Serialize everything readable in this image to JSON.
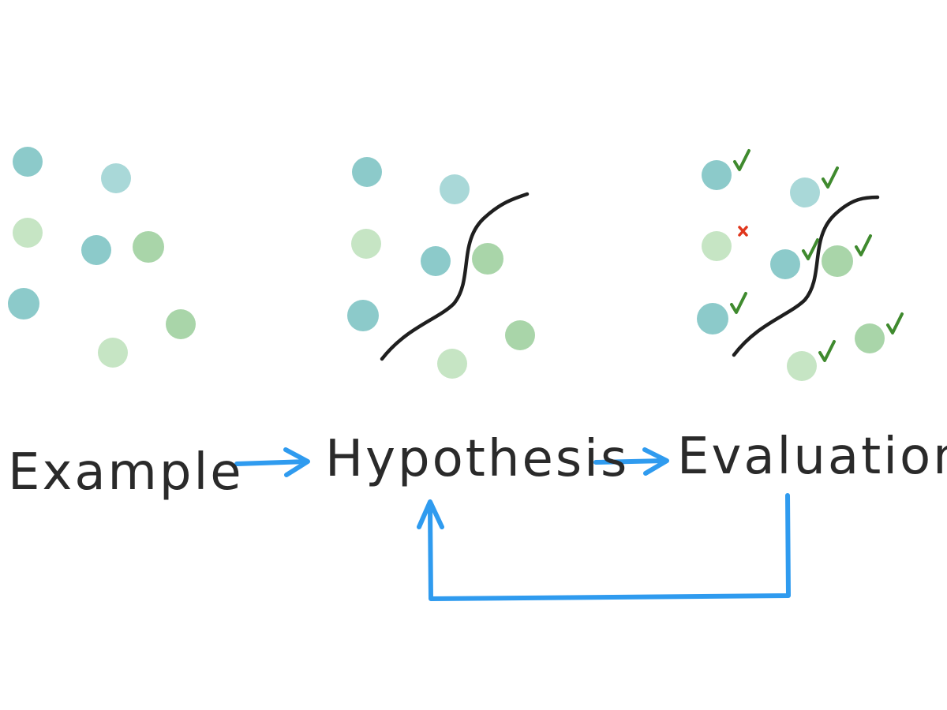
{
  "stages": [
    {
      "id": "example",
      "label": "Example"
    },
    {
      "id": "hypothesis",
      "label": "Hypothesis"
    },
    {
      "id": "evaluation",
      "label": "Evaluation"
    }
  ],
  "colors": {
    "teal": "#8ccaca",
    "teal_light": "#a9d8d8",
    "green": "#a9d5a9",
    "green_light": "#c6e5c4",
    "boundary": "#1f1f1f",
    "arrow": "#2f9bef",
    "check": "#3f8a2e",
    "cross": "#e0361c",
    "label": "#2a2a2a"
  },
  "edges": [
    {
      "from": "example",
      "to": "hypothesis"
    },
    {
      "from": "hypothesis",
      "to": "evaluation"
    },
    {
      "from": "evaluation",
      "to": "hypothesis",
      "kind": "feedback-loop"
    }
  ],
  "panels": [
    {
      "stage": "example",
      "points": [
        {
          "color": "teal"
        },
        {
          "color": "teal_light"
        },
        {
          "color": "green_light"
        },
        {
          "color": "teal"
        },
        {
          "color": "green"
        },
        {
          "color": "teal"
        },
        {
          "color": "green"
        },
        {
          "color": "green_light"
        }
      ],
      "boundary": false
    },
    {
      "stage": "hypothesis",
      "points": [
        {
          "color": "teal"
        },
        {
          "color": "teal_light"
        },
        {
          "color": "green_light"
        },
        {
          "color": "teal"
        },
        {
          "color": "green"
        },
        {
          "color": "teal"
        },
        {
          "color": "green"
        },
        {
          "color": "green_light"
        }
      ],
      "boundary": true
    },
    {
      "stage": "evaluation",
      "points": [
        {
          "color": "teal",
          "mark": "check"
        },
        {
          "color": "teal_light",
          "mark": "check"
        },
        {
          "color": "green_light",
          "mark": "cross"
        },
        {
          "color": "teal",
          "mark": "check"
        },
        {
          "color": "green",
          "mark": "check"
        },
        {
          "color": "teal",
          "mark": "check"
        },
        {
          "color": "green",
          "mark": "check"
        },
        {
          "color": "green_light",
          "mark": "check"
        }
      ],
      "boundary": true
    }
  ]
}
